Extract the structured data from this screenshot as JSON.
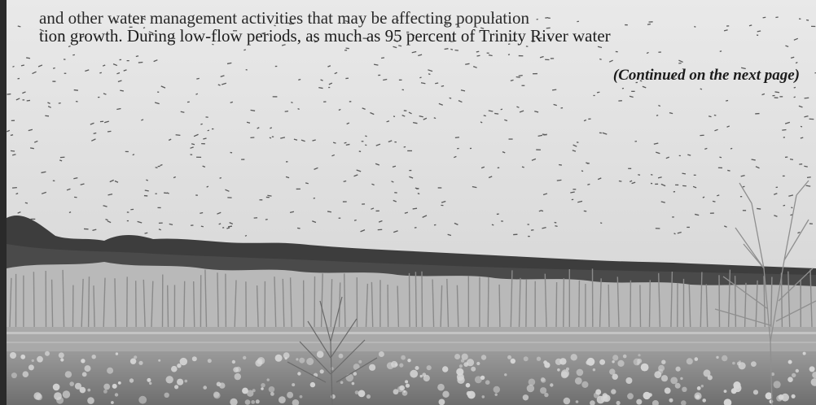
{
  "text": {
    "cut_line": "and other water management activities that may be affecting population",
    "body_line": "tion growth. During low-flow periods, as much as 95 percent of Trinity River water",
    "continued": "(Continued on the next page)"
  },
  "colors": {
    "sky": "#e6e6e6",
    "text": "#1c1c1c",
    "edge_bar": "#2a2a2a"
  }
}
